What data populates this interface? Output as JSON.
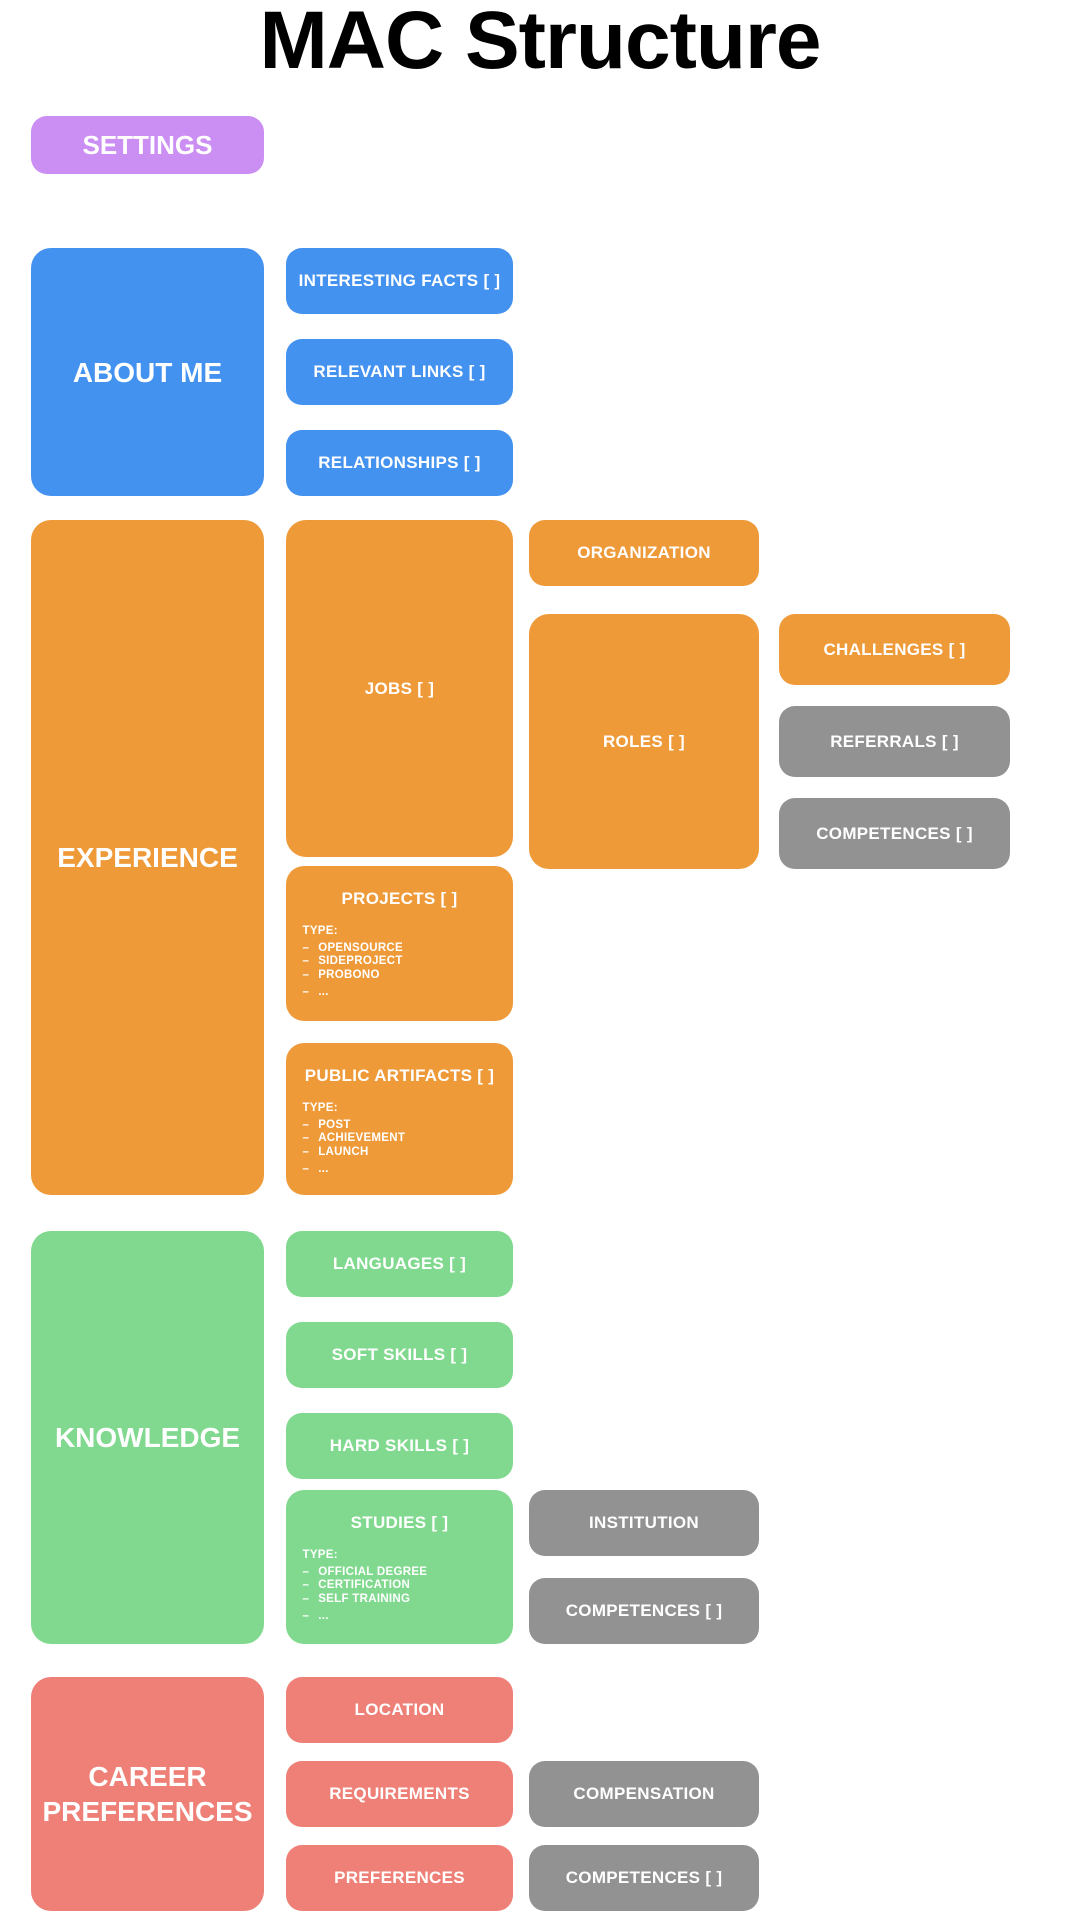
{
  "title": "MAC Structure",
  "colors": {
    "purple": "#cb8ef3",
    "blue": "#4492f0",
    "orange": "#ef9a39",
    "green": "#81d98f",
    "red": "#ee8077",
    "gray": "#929292",
    "ink": "#000000"
  },
  "settings": {
    "label": "SETTINGS"
  },
  "about": {
    "label": "ABOUT ME",
    "interesting_facts": "INTERESTING FACTS [ ]",
    "relevant_links": "RELEVANT LINKS [ ]",
    "relationships": "RELATIONSHIPS [ ]"
  },
  "experience": {
    "label": "EXPERIENCE",
    "jobs": "JOBS [ ]",
    "organization": "ORGANIZATION",
    "roles": "ROLES [ ]",
    "challenges": "CHALLENGES [ ]",
    "referrals": "REFERRALS [ ]",
    "competences": "COMPETENCES [ ]",
    "projects": {
      "title": "PROJECTS [ ]",
      "type_label": "TYPE:",
      "items": [
        "OPENSOURCE",
        "SIDEPROJECT",
        "PROBONO",
        "..."
      ]
    },
    "public_artifacts": {
      "title": "PUBLIC ARTIFACTS [ ]",
      "type_label": "TYPE:",
      "items": [
        "POST",
        "ACHIEVEMENT",
        "LAUNCH",
        "..."
      ]
    }
  },
  "knowledge": {
    "label": "KNOWLEDGE",
    "languages": "LANGUAGES [ ]",
    "soft_skills": "SOFT SKILLS [ ]",
    "hard_skills": "HARD SKILLS [ ]",
    "studies": {
      "title": "STUDIES [ ]",
      "type_label": "TYPE:",
      "items": [
        "OFFICIAL DEGREE",
        "CERTIFICATION",
        "SELF TRAINING",
        "..."
      ]
    },
    "institution": "INSTITUTION",
    "competences": "COMPETENCES [ ]"
  },
  "career": {
    "label": "CAREER PREFERENCES",
    "location": "LOCATION",
    "requirements": "REQUIREMENTS",
    "preferences": "PREFERENCES",
    "compensation": "COMPENSATION",
    "competences": "COMPETENCES [ ]"
  }
}
